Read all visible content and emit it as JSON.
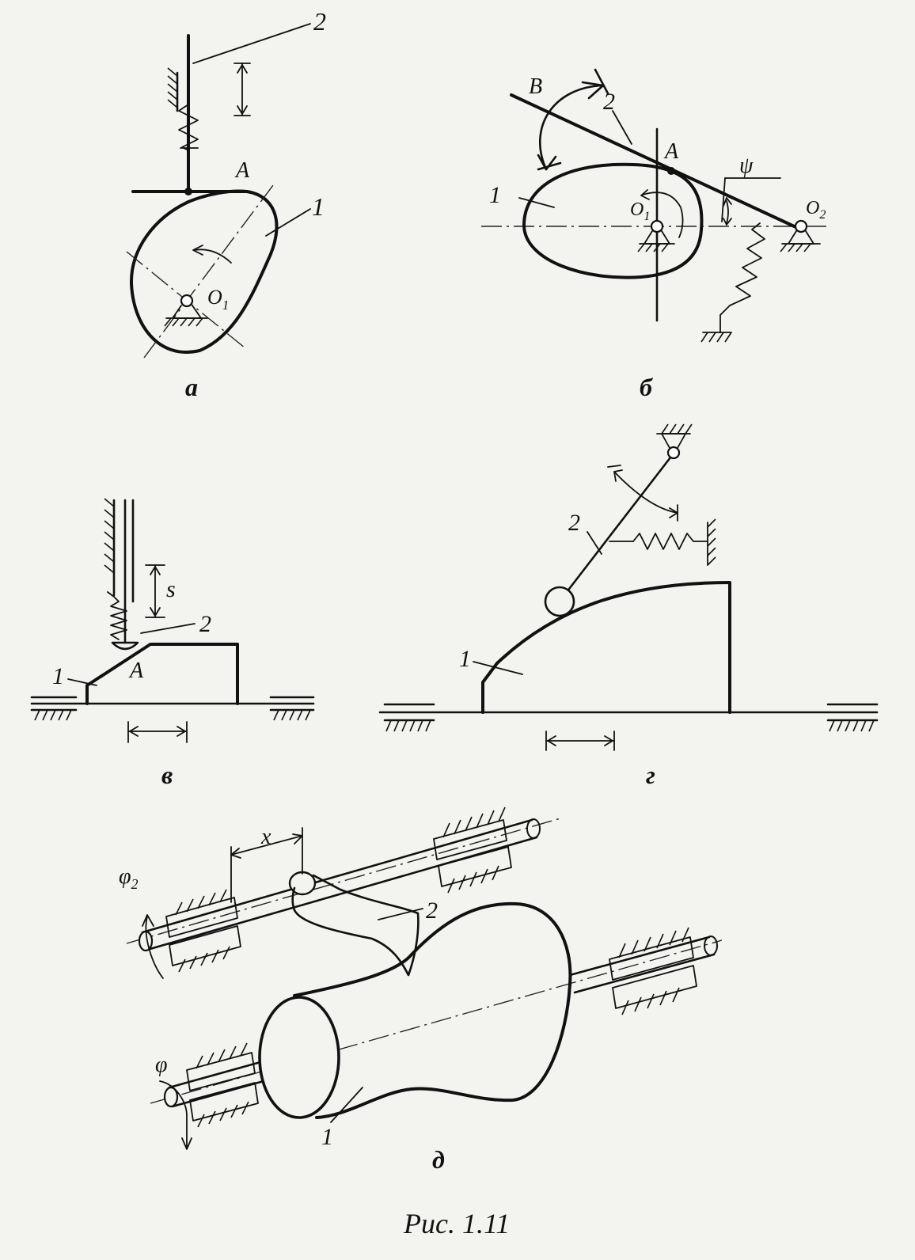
{
  "figure": {
    "caption": "Рис. 1.11",
    "panels": {
      "a": {
        "letter": "а",
        "labels": {
          "part1": "1",
          "part2": "2",
          "pointA": "A",
          "center": "O",
          "center_sub": "1"
        }
      },
      "b": {
        "letter": "б",
        "labels": {
          "part1": "1",
          "part2": "2",
          "pointA": "A",
          "pointB": "B",
          "angle": "ψ",
          "center1": "O",
          "center1_sub": "1",
          "center2": "O",
          "center2_sub": "2"
        }
      },
      "v": {
        "letter": "в",
        "labels": {
          "part1": "1",
          "part2": "2",
          "pointA": "A",
          "stroke": "s"
        }
      },
      "g": {
        "letter": "г",
        "labels": {
          "part1": "1",
          "part2": "2"
        }
      },
      "d": {
        "letter": "д",
        "labels": {
          "part1": "1",
          "part2": "2",
          "x": "x",
          "phi": "φ",
          "phi2": "φ",
          "phi2_sub": "2"
        }
      }
    }
  }
}
